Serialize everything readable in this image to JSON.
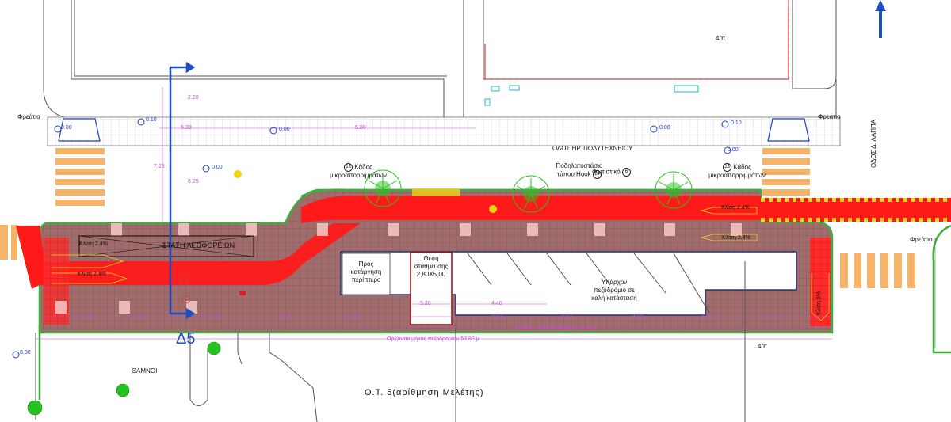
{
  "labels": {
    "street_top": "ΟΔΟΣ ΗΡ. ΠΟΛΥΤΕΧΝΕΙΟΥ",
    "street_right": "ΟΔΟΣ Δ. ΛΑΠΠΑ",
    "block_top": "4/π",
    "block_bottom": "4/π",
    "bus_stop": "ΣΤΑΣΗ ΛΕΩΦΟΡΕΙΩΝ",
    "kiosk": "Προς κατάργηση περίπτερο",
    "parking": "Θέση στάθμευσης 2,80Χ5,00",
    "existing_sidewalk": "Υπάρχον πεζοδρόμιο σε καλή κατάσταση",
    "bike_rack": "Ποδηλατοστάσιο τύπου Ηook",
    "bike_rack_num": "14",
    "lighting": "Φωτιστικό",
    "lighting_num": "6",
    "microwaste_left": "Κάδος μικροαπορριμμάτων",
    "microwaste_right": "Κάδος μικροαπορριμμάτων",
    "microwaste_num": "13",
    "bike_length": "Μήκος ποδηλατοδρόμου 38,26 μ.",
    "sidewalk_length": "Οριζόντιο μήκος πεζοδρομίου 53,80 μ",
    "shrubs": "ΘΑΜΝΟΙ",
    "section": "Δ5",
    "block_id": "Ο.Τ. 5(αρίθμηση Μελέτης)",
    "freatio": "Φρεάτιο",
    "slope_2_4": "Κλίση 2.4%",
    "slope_5": "Κλίση 5%"
  },
  "elevations": [
    "0.00",
    "0.10",
    "0.00",
    "0.00",
    "0.10",
    "0.00",
    "0.00",
    "0.00"
  ],
  "dims_top": [
    "5.30",
    "5.00",
    "2.20",
    "7.25",
    "6.25"
  ],
  "dims_bottom": [
    "2.80",
    "4.80",
    "4.80",
    "4.80",
    "4.80",
    "5.20",
    "4.40",
    "4.80",
    "4.80",
    "4.80",
    "4.80",
    "3.70"
  ],
  "colors": {
    "bike_lane": "#ff1a1a",
    "paving_grid": "#9a6a6a",
    "curb_green": "#3fae3f",
    "crosswalk": "#f5b46a",
    "section_blue": "#1f4fbf",
    "dim_purple": "#c24bd6",
    "tree_green": "#27c21f"
  }
}
